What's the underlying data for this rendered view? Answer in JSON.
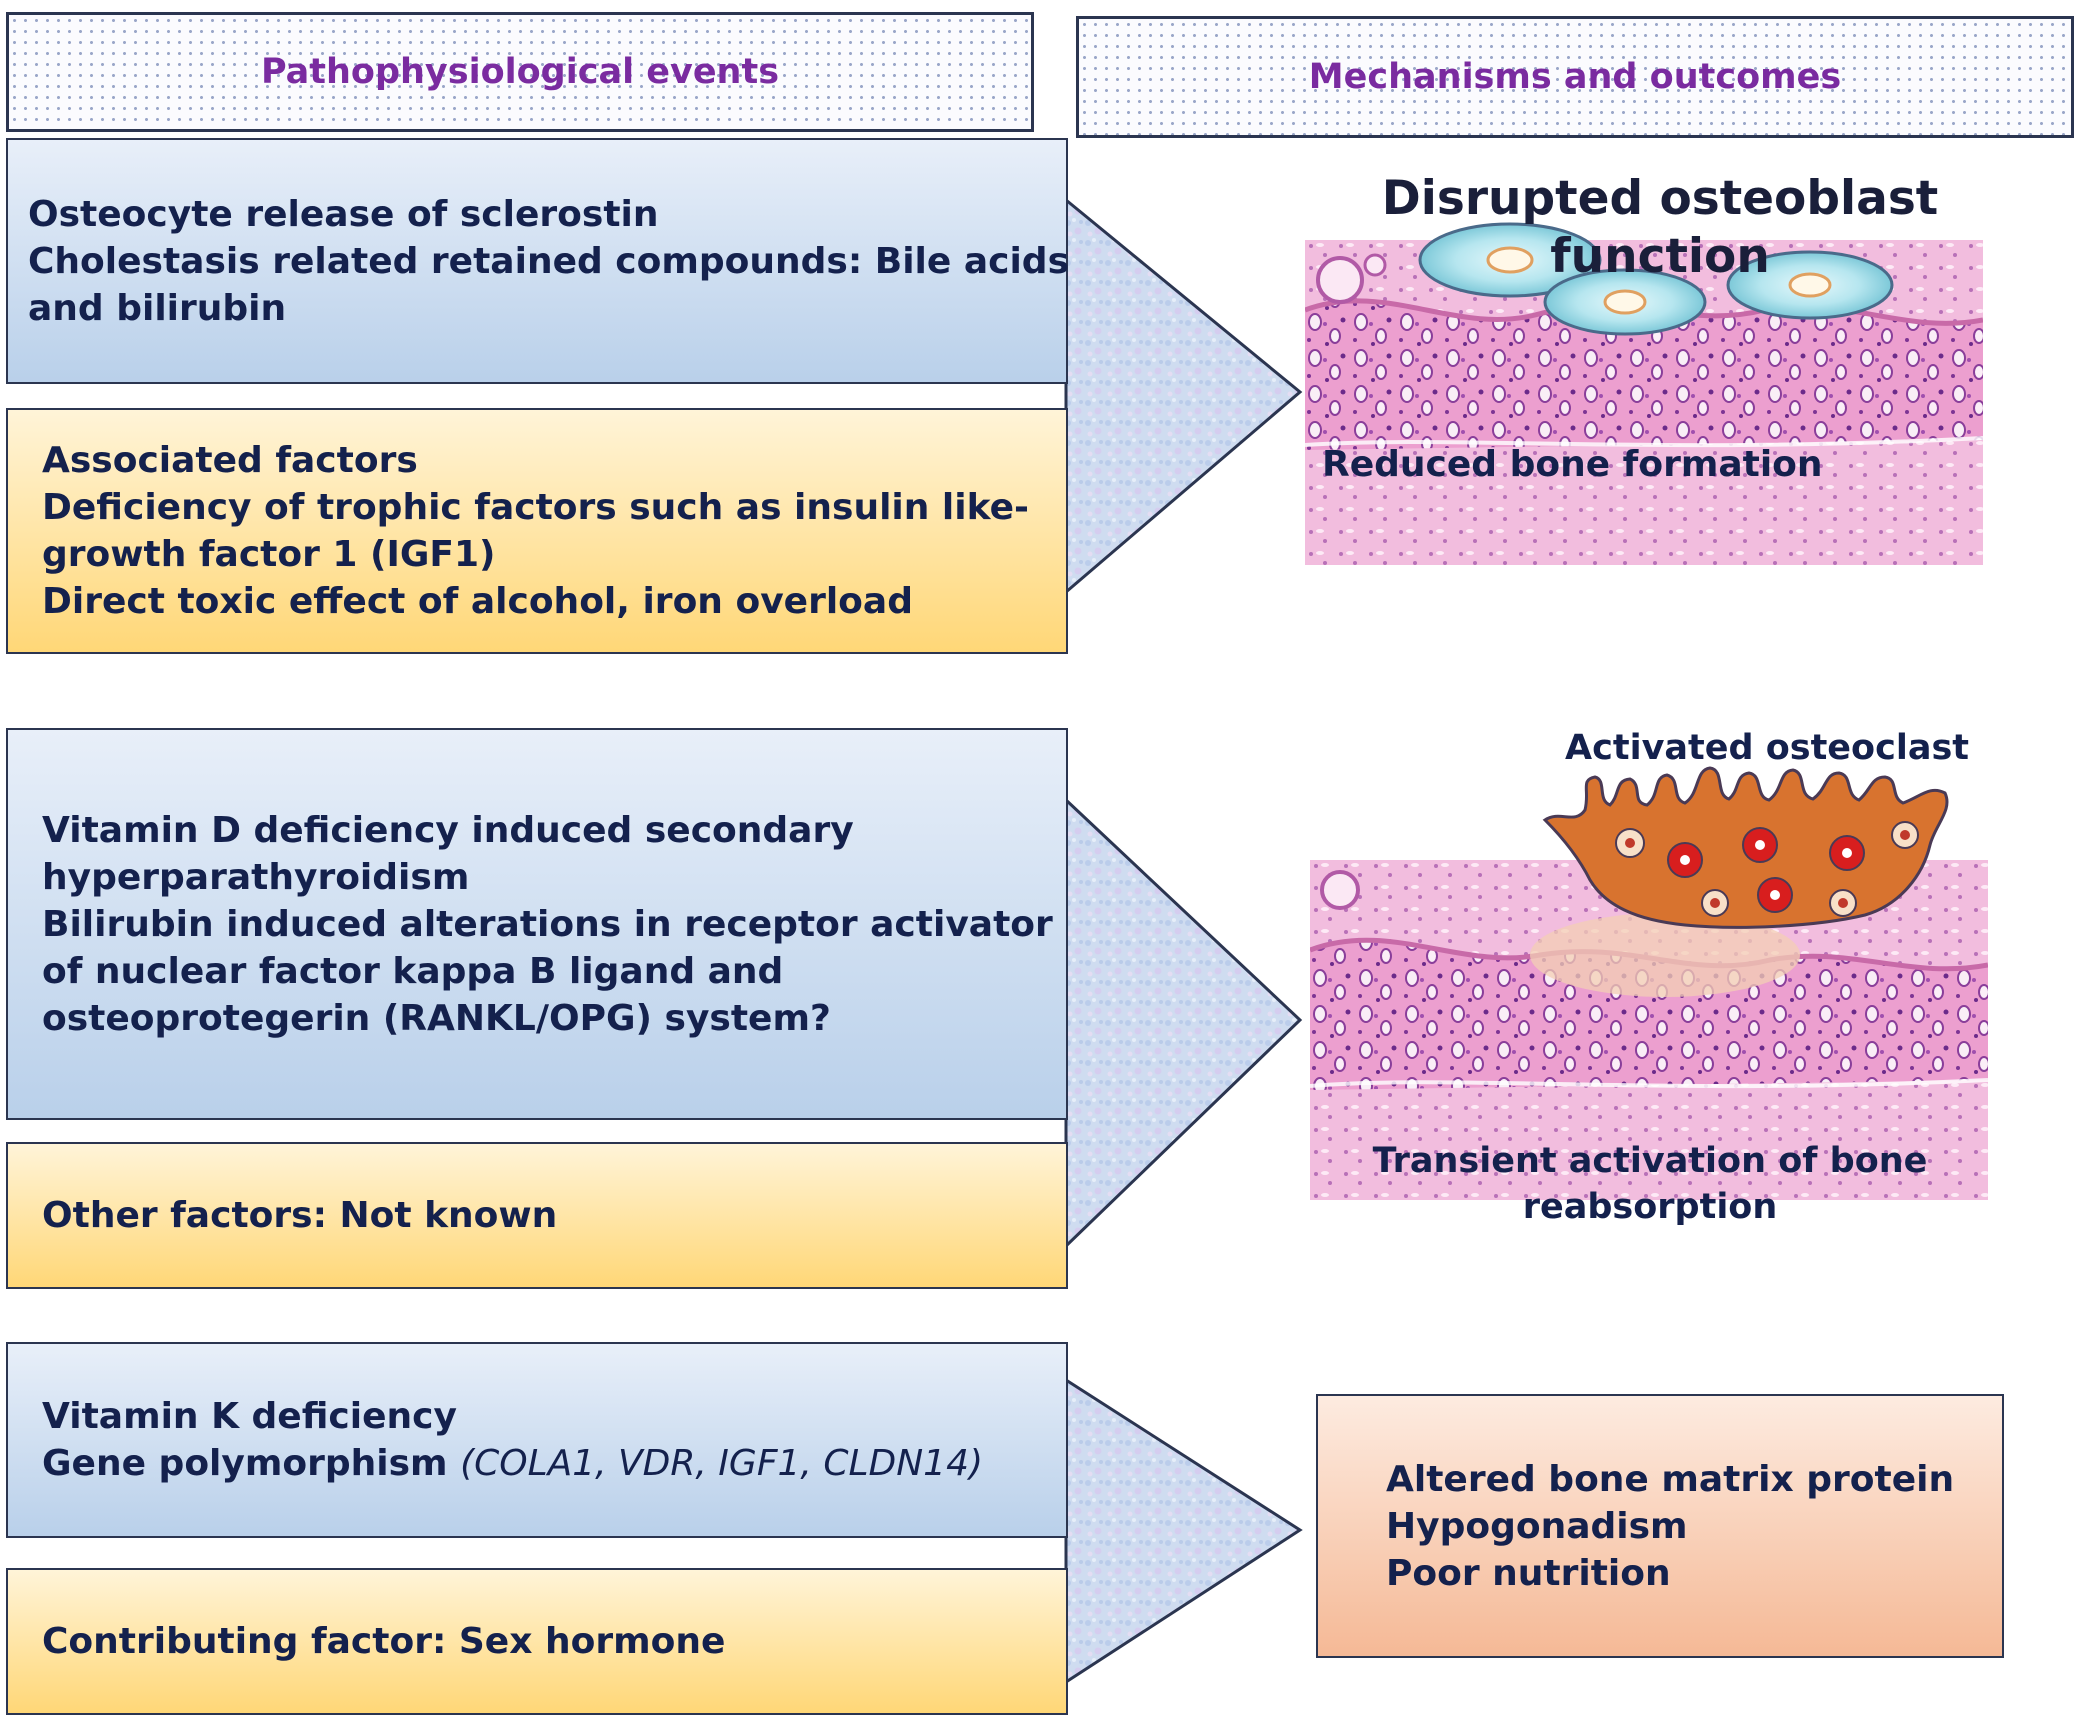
{
  "headers": {
    "left": "Pathophysiological events",
    "right": "Mechanisms and outcomes"
  },
  "group1": {
    "blue_lines": [
      "Osteocyte release of sclerostin",
      "Cholestasis related retained compounds: Bile acids",
      "and bilirubin"
    ],
    "yellow_lines": [
      "Associated factors",
      "Deficiency of trophic factors such as insulin like-",
      "growth factor 1 (IGF1)",
      "Direct toxic effect of alcohol, iron overload"
    ],
    "figure_title_lines": [
      "Disrupted osteoblast",
      "function"
    ],
    "outcome": "Reduced bone formation"
  },
  "group2": {
    "blue_lines": [
      "Vitamin D deficiency induced secondary",
      "hyperparathyroidism",
      "Bilirubin induced alterations in receptor activator",
      "of nuclear factor kappa B ligand and",
      "osteoprotegerin (RANKL/OPG) system?"
    ],
    "yellow_lines": [
      "Other factors: Not known"
    ],
    "figure_title": "Activated osteoclast",
    "outcome_lines": [
      "Transient activation of bone",
      "reabsorption"
    ]
  },
  "group3": {
    "blue_line1": "Vitamin K deficiency",
    "blue_line2_prefix": "Gene polymorphism ",
    "blue_line2_italic": "(COLA1, VDR, IGF1, CLDN14)",
    "yellow_lines": [
      "Contributing factor: Sex hormone"
    ],
    "outcome_lines": [
      "Altered bone matrix protein",
      "Hypogonadism",
      "Poor nutrition"
    ]
  },
  "colors": {
    "header_text": "#7a2ba0",
    "body_text": "#14214d",
    "blue_box": "#b9d0ea",
    "yellow_box": "#ffd777",
    "orange_box": "#f5b996",
    "tissue_pink": "#e69ccc",
    "osteoclast": "#d8732f"
  }
}
